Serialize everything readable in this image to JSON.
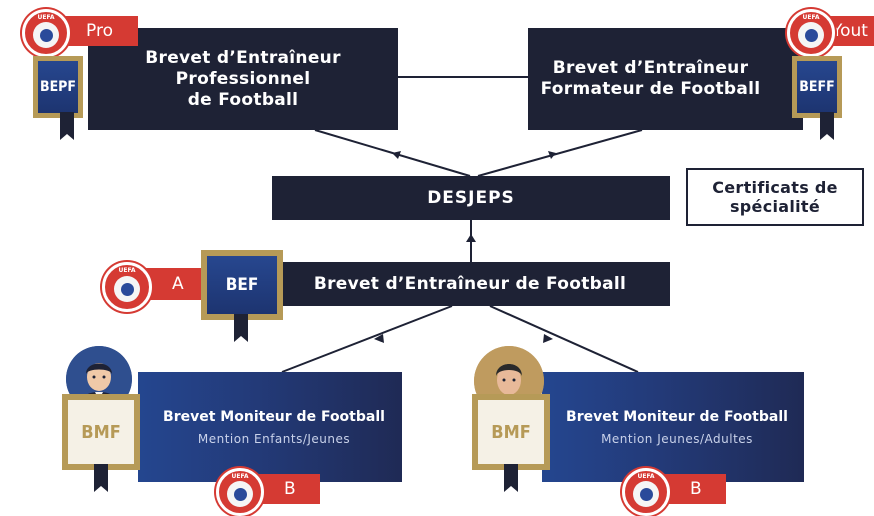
{
  "bepf": {
    "title_lines": [
      "Brevet d’Entraîneur",
      "Professionnel",
      "de Football"
    ],
    "badge": "BEPF",
    "uefa_level": "Pro",
    "uefa_logo_text": "UEFA"
  },
  "beff": {
    "title_lines": [
      "Brevet d’Entraîneur",
      "Formateur de Football"
    ],
    "badge": "BEFF",
    "uefa_level": "Yout",
    "uefa_logo_text": "UEFA"
  },
  "desjeps": {
    "label": "DESJEPS"
  },
  "certificats": {
    "lines": [
      "Certificats de",
      "spécialité"
    ]
  },
  "bef": {
    "title": "Brevet d’Entraîneur de Football",
    "badge": "BEF",
    "uefa_level": "A",
    "uefa_logo_text": "UEFA"
  },
  "bmf_left": {
    "title": "Brevet Moniteur de Football",
    "mention": "Mention Enfants/Jeunes",
    "badge": "BMF",
    "uefa_level": "B",
    "uefa_logo_text": "UEFA"
  },
  "bmf_right": {
    "title": "Brevet Moniteur de Football",
    "mention": "Mention Jeunes/Adultes",
    "badge": "BMF",
    "uefa_level": "B",
    "uefa_logo_text": "UEFA"
  },
  "colors": {
    "navy": "#1e2235",
    "uefa_red": "#d53a33",
    "gold": "#b69a57",
    "blue": "#24468f"
  }
}
